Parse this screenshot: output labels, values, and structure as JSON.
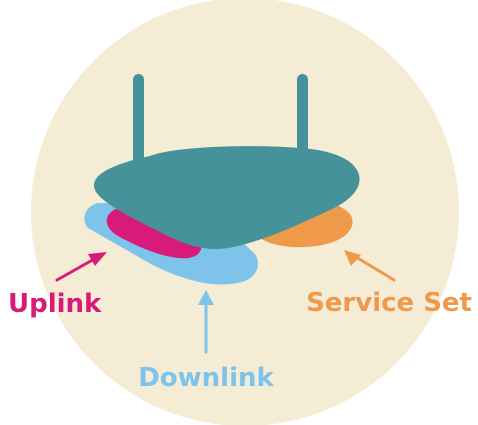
{
  "labels": {
    "uplink": "Uplink",
    "downlink": "Downlink",
    "service_set": "Service Set"
  },
  "colors": {
    "background_circle": "#f5ecd5",
    "router_body": "#45929a",
    "uplink": "#d81b7a",
    "downlink": "#7dc3ea",
    "service_set": "#ee9a4a"
  },
  "icons": {
    "router": "wifi-router-icon"
  }
}
